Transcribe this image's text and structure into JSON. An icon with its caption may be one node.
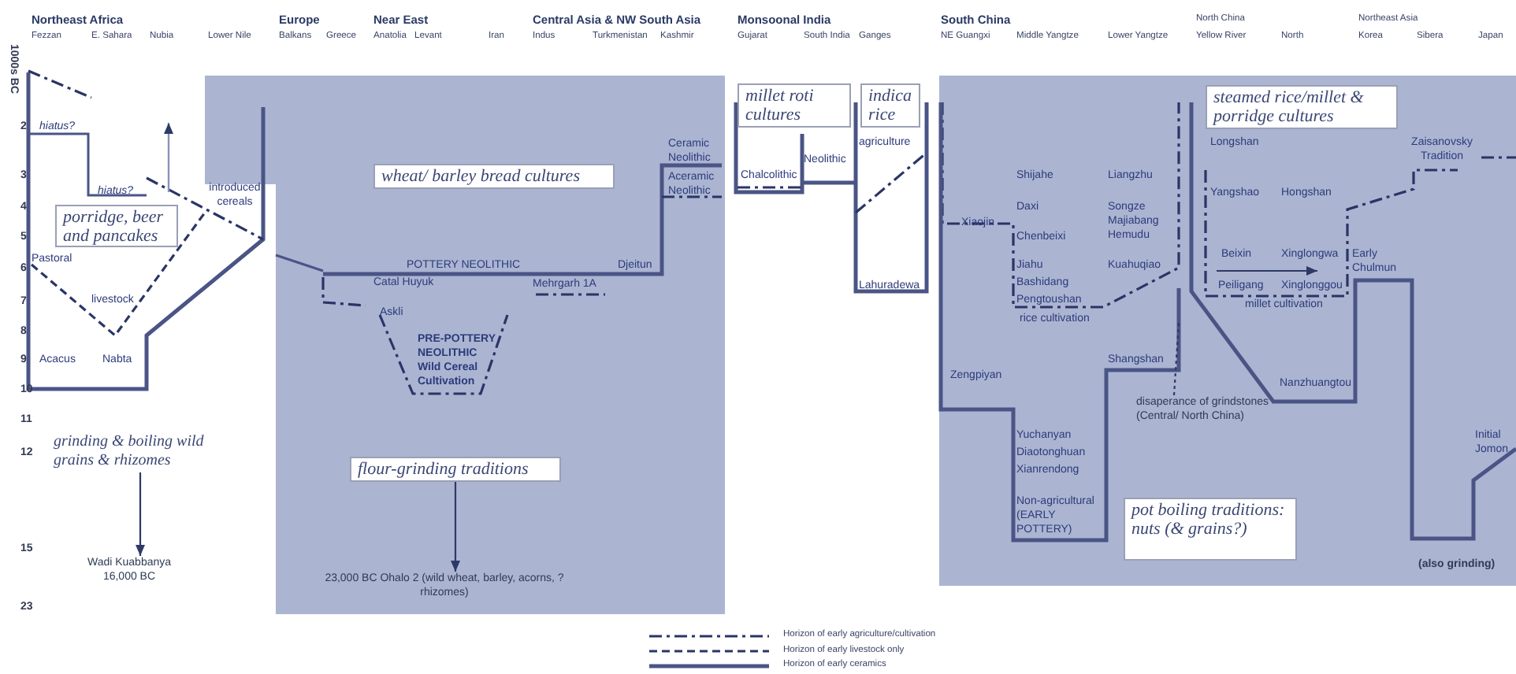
{
  "diagram": {
    "nodes": [
      {
        "text": [
          "porridge, beer and pancakes"
        ]
      },
      {
        "text": [
          "wheat/ barley bread cultures"
        ]
      },
      {
        "text": [
          "millet roti cultures"
        ]
      },
      {
        "text": [
          "indica rice"
        ]
      },
      {
        "text": [
          "steamed rice/millet & porridge cultures"
        ]
      },
      {
        "text": [
          "grinding & boiling wild grains & rhizomes"
        ]
      },
      {
        "text": [
          "Wadi Kuabbanya 16,000 BC"
        ]
      },
      {
        "text": [
          "flour-grinding traditions"
        ]
      },
      {
        "text": [
          "23,000 BC Ohalo 2 (wild wheat, barley, acorns, ?rhizomes)"
        ]
      },
      {
        "text": [
          "pot boiling traditions: nuts (& grains?)"
        ]
      },
      {
        "text": [
          "disaperance of grindstones (Central/ North China)"
        ]
      }
    ],
    "edges": [
      {
        "from": 5,
        "to": 6,
        "arrow": "to"
      },
      {
        "from": 7,
        "to": 8,
        "arrow": "to"
      },
      {
        "from": 10,
        "to": null,
        "arrow": "none",
        "style": "dashed"
      }
    ],
    "labels": [
      "Northeast Africa",
      "Europe",
      "Near East",
      "Central Asia & NW South Asia",
      "Monsoonal India",
      "South China",
      "North China",
      "Northeast Asia",
      "Fezzan",
      "E. Sahara",
      "Nubia",
      "Lower Nile",
      "Balkans",
      "Greece",
      "Anatolia",
      "Levant",
      "Iran",
      "Indus",
      "Turkmenistan",
      "Kashmir",
      "Gujarat",
      "South India",
      "Ganges",
      "NE Guangxi",
      "Middle Yangtze",
      "Lower Yangtze",
      "Yellow River",
      "North",
      "Korea",
      "Sibera",
      "Japan",
      "1000s BC",
      "2",
      "hiatus?",
      "Ceramic Neolithic",
      "agriculture",
      "Longshan",
      "Zaisanovsky Tradition",
      "3",
      "hiatus?",
      "introduced cereals",
      "Aceramic Neolithic",
      "Chalcolithic",
      "Neolithic",
      "Yangshao",
      "Hongshan",
      "Shijahe",
      "Liangzhu",
      "4",
      "5",
      "Daxi",
      "Songze Majiabang Hemudu",
      "Pastoral",
      "Xiaojin",
      "Chenbeixi",
      "6",
      "POTTERY NEOLITHIC",
      "Djeitun",
      "Beixin",
      "Xinglongwa",
      "Early Chulmun",
      "Jiahu",
      "Kuahuqiao",
      "Catal Huyuk",
      "Mehrgarh 1A",
      "Lahuradewa",
      "7",
      "livestock",
      "Bashidang",
      "Peiligang",
      "Xinglonggou",
      "Pengtoushan",
      "millet cultivation",
      "Askli",
      "rice cultivation",
      "8",
      "PRE-POTTERY NEOLITHIC Wild Cereal Cultivation",
      "9",
      "Acacus",
      "Nabta",
      "Shangshan",
      "Zengpiyan",
      "10",
      "Nanzhuangtou",
      "11",
      "12",
      "Yuchanyan",
      "Initial Jomon",
      "Diaotonghuan",
      "Xianrendong",
      "Non-agricultural (EARLY POTTERY)",
      "15",
      "(also grinding)",
      "23"
    ],
    "legend": [
      {
        "text": "Horizon of early agriculture/cultivation"
      },
      {
        "text": "Horizon of early livestock only"
      },
      {
        "text": "Horizon of early ceramics"
      }
    ]
  }
}
